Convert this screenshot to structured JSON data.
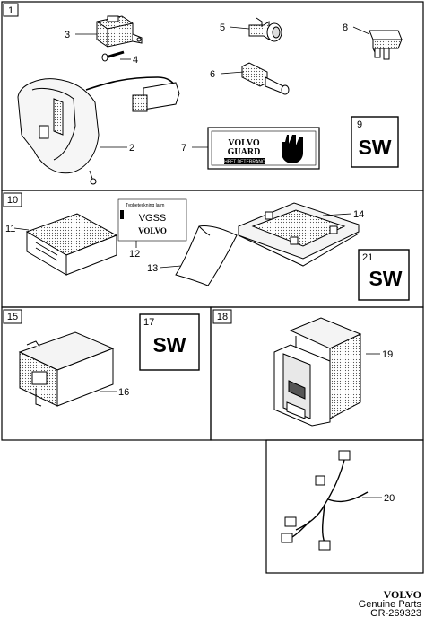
{
  "sections": [
    {
      "id": "s1",
      "label": "1"
    },
    {
      "id": "s10",
      "label": "10"
    },
    {
      "id": "s15",
      "label": "15"
    },
    {
      "id": "s18",
      "label": "18"
    }
  ],
  "callouts": {
    "c2": "2",
    "c3": "3",
    "c4": "4",
    "c5": "5",
    "c6": "6",
    "c7": "7",
    "c8": "8",
    "c9": "9",
    "c11": "11",
    "c12": "12",
    "c13": "13",
    "c14": "14",
    "c16": "16",
    "c17": "17",
    "c19": "19",
    "c20": "20",
    "c21": "21"
  },
  "sw_boxes": {
    "b9": "SW",
    "b21": "SW",
    "b17": "SW"
  },
  "label_7": {
    "line1": "VOLVO",
    "line2": "GUARD",
    "line3": "THEFT DETERRANCE"
  },
  "label_12": {
    "heading": "Typbeteckning larm",
    "code": "VGSS",
    "brand": "VOLVO"
  },
  "footer": {
    "brand": "VOLVO",
    "subtitle": "Genuine Parts",
    "ref": "GR-269323"
  }
}
